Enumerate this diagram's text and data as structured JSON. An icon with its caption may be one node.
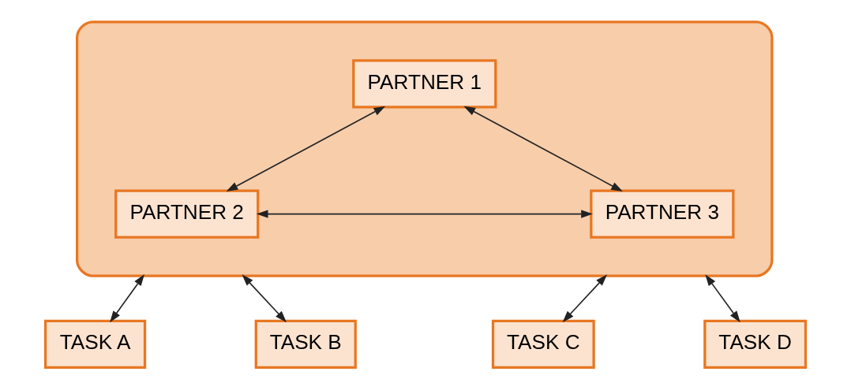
{
  "diagram": {
    "nodes": [
      {
        "text": [],
        "shape": "ellipse"
      },
      {
        "text": [
          "PARTNER 1"
        ],
        "in": 0
      },
      {
        "text": [
          "PARTNER 2"
        ],
        "in": 0
      },
      {
        "text": [
          "PARTNER 3"
        ],
        "in": 0
      },
      {
        "text": [
          "TASK A"
        ]
      },
      {
        "text": [
          "TASK B"
        ]
      },
      {
        "text": [
          "TASK C"
        ]
      },
      {
        "text": [
          "TASK D"
        ]
      }
    ],
    "edges": [
      {
        "from": 1,
        "to": 2,
        "arrow": "both"
      },
      {
        "from": 1,
        "to": 3,
        "arrow": "both"
      },
      {
        "from": 2,
        "to": 3,
        "arrow": "both"
      },
      {
        "from": 0,
        "to": 4,
        "arrow": "both"
      },
      {
        "from": 0,
        "to": 5,
        "arrow": "both"
      },
      {
        "from": 0,
        "to": 6,
        "arrow": "both"
      },
      {
        "from": 0,
        "to": 7,
        "arrow": "both"
      }
    ]
  }
}
